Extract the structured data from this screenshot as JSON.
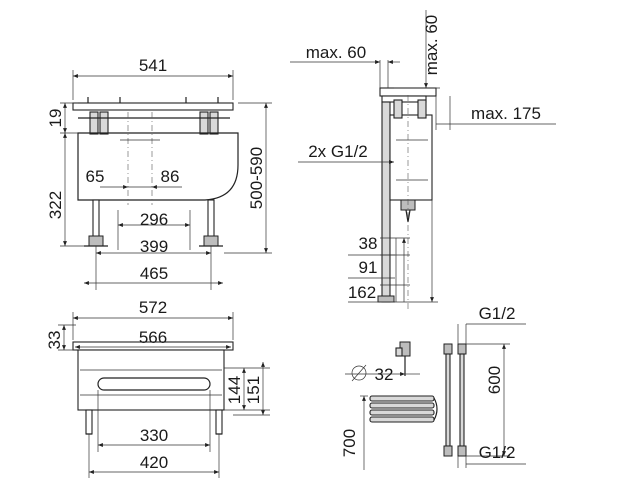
{
  "dimensions": {
    "front_top_width": "541",
    "front_top_height": "19",
    "front_spacing_a": "65",
    "front_spacing_b": "86",
    "front_body_height": "322",
    "front_total_height": "500-590",
    "front_feet_296": "296",
    "front_feet_399": "399",
    "front_base_465": "465",
    "side_max_60_h": "max. 60",
    "side_max_60_v": "max. 60",
    "side_max_175": "max. 175",
    "side_connection": "2x G1/2",
    "side_38": "38",
    "side_91": "91",
    "side_162": "162",
    "plan_572": "572",
    "plan_566": "566",
    "plan_33": "33",
    "plan_144": "144",
    "plan_151": "151",
    "plan_330": "330",
    "plan_420": "420",
    "acc_diameter": "32",
    "acc_length_700": "700",
    "hose_top": "G1/2",
    "hose_length": "600",
    "hose_bottom": "G1/2"
  }
}
